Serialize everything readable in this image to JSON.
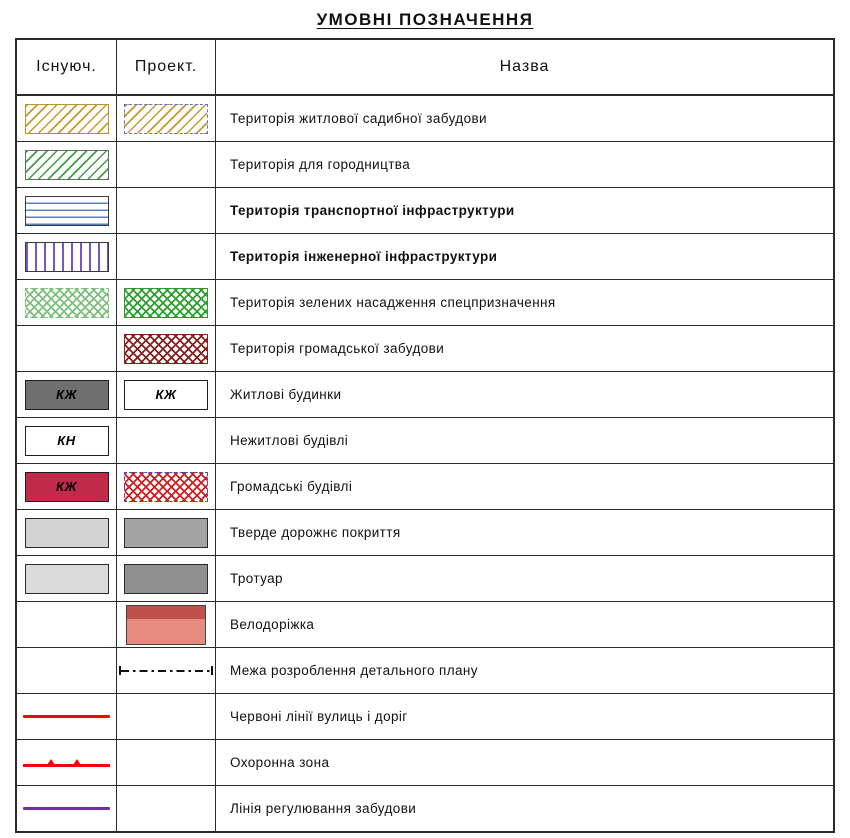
{
  "title": "УМОВНІ ПОЗНАЧЕННЯ",
  "table": {
    "headers": {
      "existing": "Існуюч.",
      "projected": "Проект.",
      "name": "Назва"
    },
    "rows": [
      {
        "name": "Територія житлової садибної забудови",
        "bold": false,
        "existing": {
          "type": "hatch",
          "icon": "yellow-hatch-swatch",
          "color": "#c49a2a",
          "border": "#b8942a",
          "borderStyle": "solid"
        },
        "projected": {
          "type": "hatch",
          "icon": "yellow-hatch-dashed-swatch",
          "color": "#c49a2a",
          "border": "#5b6fd6",
          "borderStyle": "dashed"
        }
      },
      {
        "name": "Територія для городництва",
        "bold": false,
        "existing": {
          "type": "hatch",
          "icon": "green-hatch-swatch",
          "color": "#3f9e3f",
          "border": "#6a6a6a",
          "borderStyle": "solid"
        },
        "projected": {
          "type": "none"
        }
      },
      {
        "name": "Територія транспортної інфраструктури",
        "bold": true,
        "existing": {
          "type": "hlines",
          "icon": "blue-hlines-swatch",
          "color": "#5b7fc7",
          "border": "#3a3a3a",
          "borderStyle": "solid"
        },
        "projected": {
          "type": "none"
        }
      },
      {
        "name": "Територія інженерної інфраструктури",
        "bold": true,
        "existing": {
          "type": "vlines",
          "icon": "purple-vlines-swatch",
          "color": "#7a55c0",
          "border": "#3a3a3a",
          "borderStyle": "solid"
        },
        "projected": {
          "type": "none"
        }
      },
      {
        "name": "Територія зелених насадження спецпризначення",
        "bold": false,
        "existing": {
          "type": "crosshatch",
          "icon": "green-crosshatch-light-swatch",
          "color": "#7cc07c",
          "border": "#7cc07c",
          "borderStyle": "dashed"
        },
        "projected": {
          "type": "crosshatch",
          "icon": "green-crosshatch-swatch",
          "color": "#2f9e2f",
          "border": "#2f9e2f",
          "borderStyle": "solid"
        }
      },
      {
        "name": "Територія громадської забудови",
        "bold": false,
        "existing": {
          "type": "none"
        },
        "projected": {
          "type": "crosshatch",
          "icon": "dark-red-crosshatch-swatch",
          "color": "#8a1f1f",
          "border": "#8a1f1f",
          "borderStyle": "solid"
        }
      },
      {
        "name": "Житлові будинки",
        "bold": false,
        "existing": {
          "type": "solid",
          "icon": "gray-kzh-swatch",
          "color": "#6f6f6f",
          "border": "#1e1e1e",
          "borderStyle": "solid",
          "label": "КЖ"
        },
        "projected": {
          "type": "solid",
          "icon": "white-kzh-swatch",
          "color": "#ffffff",
          "border": "#1e1e1e",
          "borderStyle": "solid",
          "label": "КЖ"
        }
      },
      {
        "name": "Нежитлові будівлі",
        "bold": false,
        "existing": {
          "type": "solid",
          "icon": "white-kn-swatch",
          "color": "#ffffff",
          "border": "#1e1e1e",
          "borderStyle": "solid",
          "label": "КН"
        },
        "projected": {
          "type": "none"
        }
      },
      {
        "name": "Громадські будівлі",
        "bold": false,
        "existing": {
          "type": "solid",
          "icon": "crimson-kzh-swatch",
          "color": "#c22a4c",
          "border": "#1e1e1e",
          "borderStyle": "solid",
          "label": "КЖ"
        },
        "projected": {
          "type": "crosshatch",
          "icon": "red-crosshatch-dashed-swatch",
          "color": "#cc2020",
          "border": "#4a4ad0",
          "borderStyle": "dashed"
        }
      },
      {
        "name": "Тверде дорожнє покриття",
        "bold": false,
        "existing": {
          "type": "solid",
          "icon": "light-gray-swatch",
          "color": "#d2d2d2",
          "border": "#2a2a2a",
          "borderStyle": "solid"
        },
        "projected": {
          "type": "solid",
          "icon": "medium-gray-swatch",
          "color": "#a3a3a3",
          "border": "#2a2a2a",
          "borderStyle": "solid"
        }
      },
      {
        "name": "Тротуар",
        "bold": false,
        "existing": {
          "type": "solid",
          "icon": "pale-gray-swatch",
          "color": "#dadada",
          "border": "#2a2a2a",
          "borderStyle": "solid"
        },
        "projected": {
          "type": "solid",
          "icon": "dark-gray-swatch",
          "color": "#8f8f8f",
          "border": "#2a2a2a",
          "borderStyle": "solid"
        }
      },
      {
        "name": "Велодоріжка",
        "bold": false,
        "existing": {
          "type": "none"
        },
        "projected": {
          "type": "bike",
          "icon": "bike-path-swatch",
          "color": "#e6897e",
          "stripe": "#c0504d",
          "border": "#444444",
          "borderStyle": "solid"
        }
      },
      {
        "name": "Межа розроблення детального плану",
        "bold": false,
        "existing": {
          "type": "none"
        },
        "projected": {
          "type": "dashdot",
          "icon": "dash-dot-boundary-line",
          "color": "#111111"
        }
      },
      {
        "name": "Червоні лінії вулиць і доріг",
        "bold": false,
        "existing": {
          "type": "line",
          "icon": "red-line",
          "color": "#ff0000",
          "thickness": 3.5
        },
        "projected": {
          "type": "none"
        }
      },
      {
        "name": "Охоронна зона",
        "bold": false,
        "existing": {
          "type": "line-triangles",
          "icon": "red-line-with-triangles",
          "color": "#ff0000",
          "thickness": 2.5
        },
        "projected": {
          "type": "none"
        }
      },
      {
        "name": "Лінія регулювання забудови",
        "bold": false,
        "existing": {
          "type": "line",
          "icon": "purple-line",
          "color": "#7030a0",
          "thickness": 2.5
        },
        "projected": {
          "type": "none"
        }
      }
    ]
  }
}
